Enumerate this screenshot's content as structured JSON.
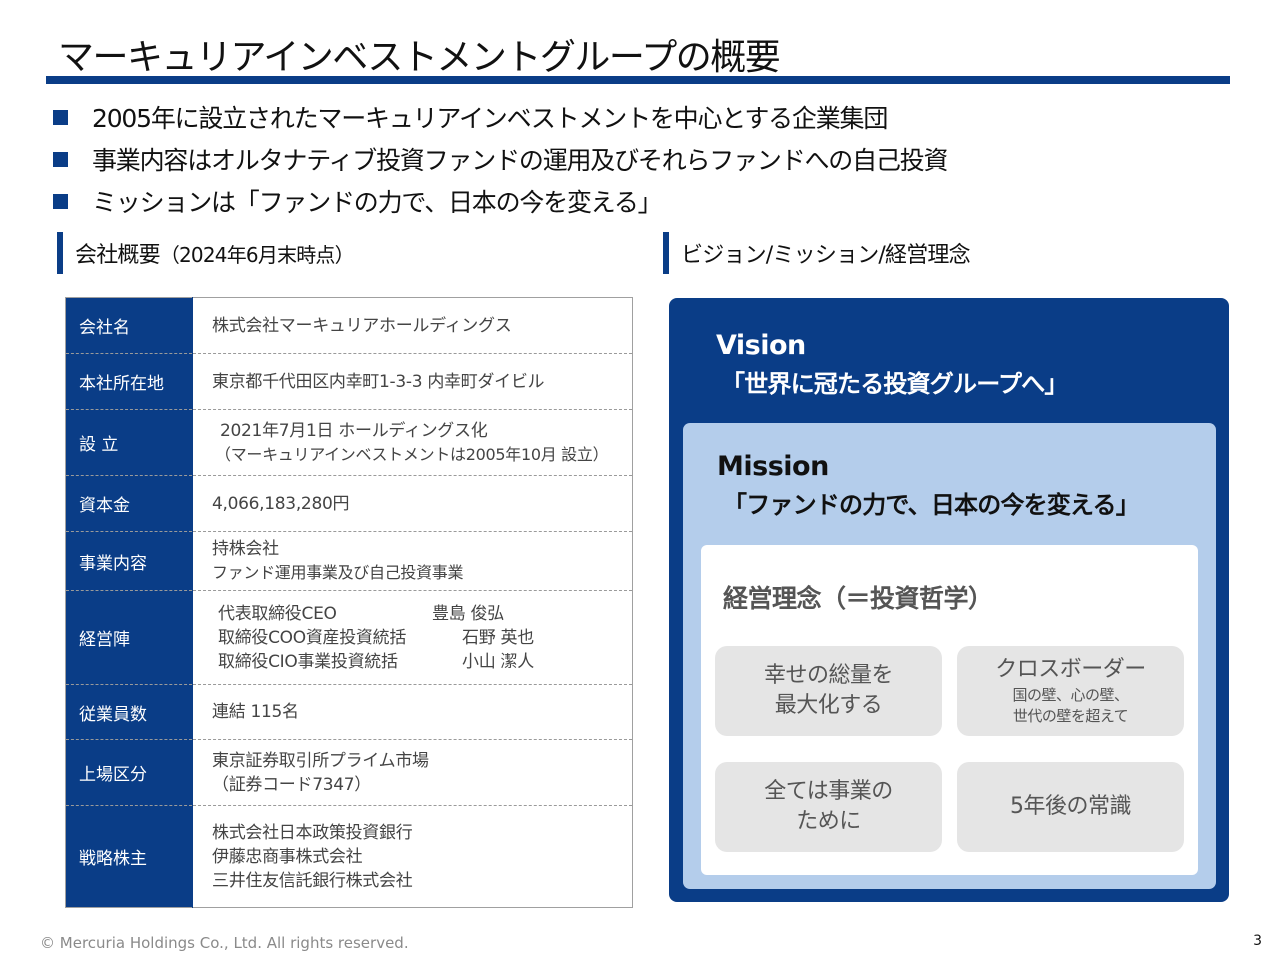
{
  "page": {
    "title": "マーキュリアインベストメントグループの概要",
    "bullets": [
      "2005年に設立されたマーキュリアインベストメントを中心とする企業集団",
      "事業内容はオルタナティブ投資ファンドの運用及びそれらファンドへの自己投資",
      "ミッションは「ファンドの力で、日本の今を変える」"
    ]
  },
  "company": {
    "heading": "会社概要",
    "heading_note": "（2024年6月末時点）",
    "rows": [
      {
        "key": "会社名",
        "lines": [
          "株式会社マーキュリアホールディングス"
        ]
      },
      {
        "key": "本社所在地",
        "lines": [
          "東京都千代田区内幸町1-3-3 内幸町ダイビル"
        ]
      },
      {
        "key": "設 立",
        "lines": [
          "2021年7月1日 ホールディングス化",
          "（マーキュリアインベストメントは2005年10月 設立）"
        ]
      },
      {
        "key": "資本金",
        "lines": [
          "4,066,183,280円"
        ]
      },
      {
        "key": "事業内容",
        "lines": [
          "持株会社",
          "ファンド運用事業及び自己投資事業"
        ]
      },
      {
        "key": "経営陣",
        "management": [
          {
            "role": "代表取締役CEO",
            "name": "豊島 俊弘"
          },
          {
            "role": "取締役COO資産投資統括",
            "name": "石野 英也"
          },
          {
            "role": "取締役CIO事業投資統括",
            "name": "小山 潔人"
          }
        ]
      },
      {
        "key": "従業員数",
        "lines": [
          "連結 115名"
        ]
      },
      {
        "key": "上場区分",
        "lines": [
          "東京証券取引所プライム市場",
          "（証券コード7347）"
        ]
      },
      {
        "key": "戦略株主",
        "lines": [
          "株式会社日本政策投資銀行",
          "伊藤忠商事株式会社",
          "三井住友信託銀行株式会社"
        ]
      }
    ]
  },
  "vision_section": {
    "heading": "ビジョン/ミッション/経営理念",
    "vision_title": "Vision",
    "vision_quote": "「世界に冠たる投資グループへ」",
    "mission_title": "Mission",
    "mission_quote": "「ファンドの力で、日本の今を変える」",
    "philosophy_title": "経営理念（＝投資哲学）",
    "cards": [
      {
        "main": [
          "幸せの総量を",
          "最大化する"
        ],
        "sub": []
      },
      {
        "main": [
          "クロスボーダー"
        ],
        "sub": [
          "国の壁、心の壁、",
          "世代の壁を超えて"
        ]
      },
      {
        "main": [
          "全ては事業の",
          "ために"
        ],
        "sub": []
      },
      {
        "main": [
          "5年後の常識"
        ],
        "sub": []
      }
    ]
  },
  "footer": {
    "copyright": "© Mercuria Holdings Co., Ltd. All rights reserved.",
    "page_number": "3"
  },
  "colors": {
    "brand_navy": "#0a3d87",
    "mission_blue": "#b4cdeb",
    "card_gray": "#e5e5e5"
  }
}
